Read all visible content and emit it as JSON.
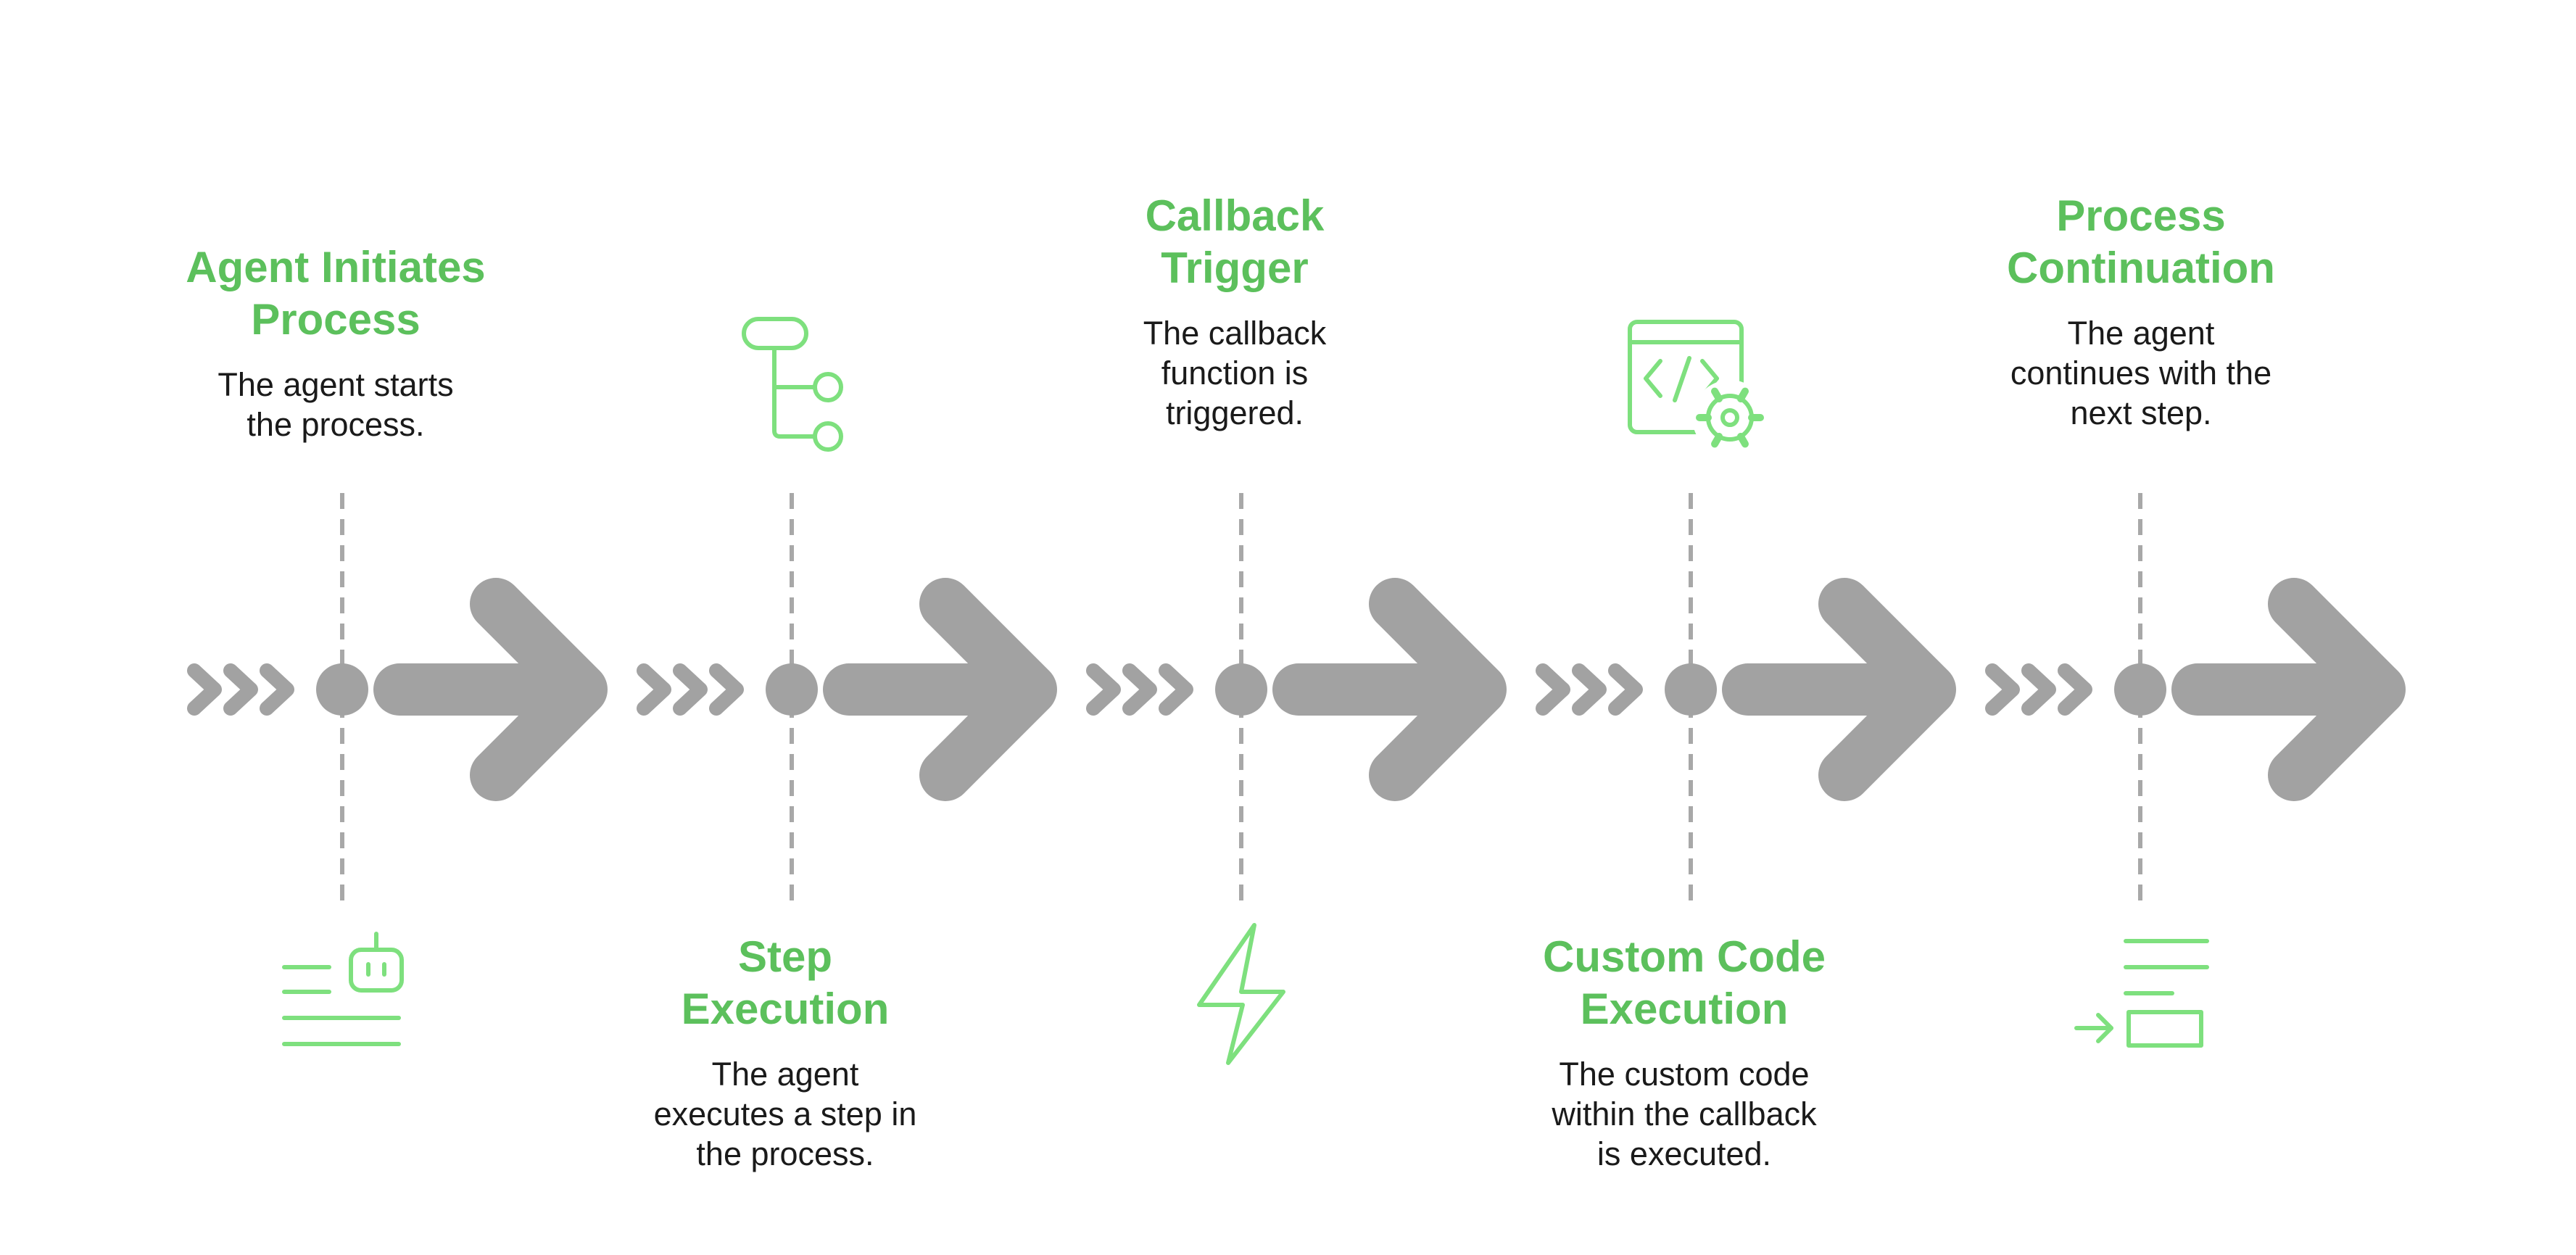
{
  "colors": {
    "accent": "#5cc05c",
    "icon": "#7ee07e",
    "arrow": "#a2a2a2",
    "guide": "#a8a8a8",
    "text": "#1a1a1a"
  },
  "steps": [
    {
      "title": "Agent Initiates\nProcess",
      "description": "The agent starts\nthe process.",
      "icon": "robot-document-icon",
      "label_position": "top"
    },
    {
      "title": "Step\nExecution",
      "description": "The agent\nexecutes a step in\nthe process.",
      "icon": "branch-flow-icon",
      "label_position": "bottom"
    },
    {
      "title": "Callback\nTrigger",
      "description": "The callback\nfunction is\ntriggered.",
      "icon": "lightning-icon",
      "label_position": "top"
    },
    {
      "title": "Custom Code\nExecution",
      "description": "The custom code\nwithin the callback\nis executed.",
      "icon": "code-window-gear-icon",
      "label_position": "bottom"
    },
    {
      "title": "Process\nContinuation",
      "description": "The agent\ncontinues with the\nnext step.",
      "icon": "continue-list-icon",
      "label_position": "top"
    }
  ]
}
